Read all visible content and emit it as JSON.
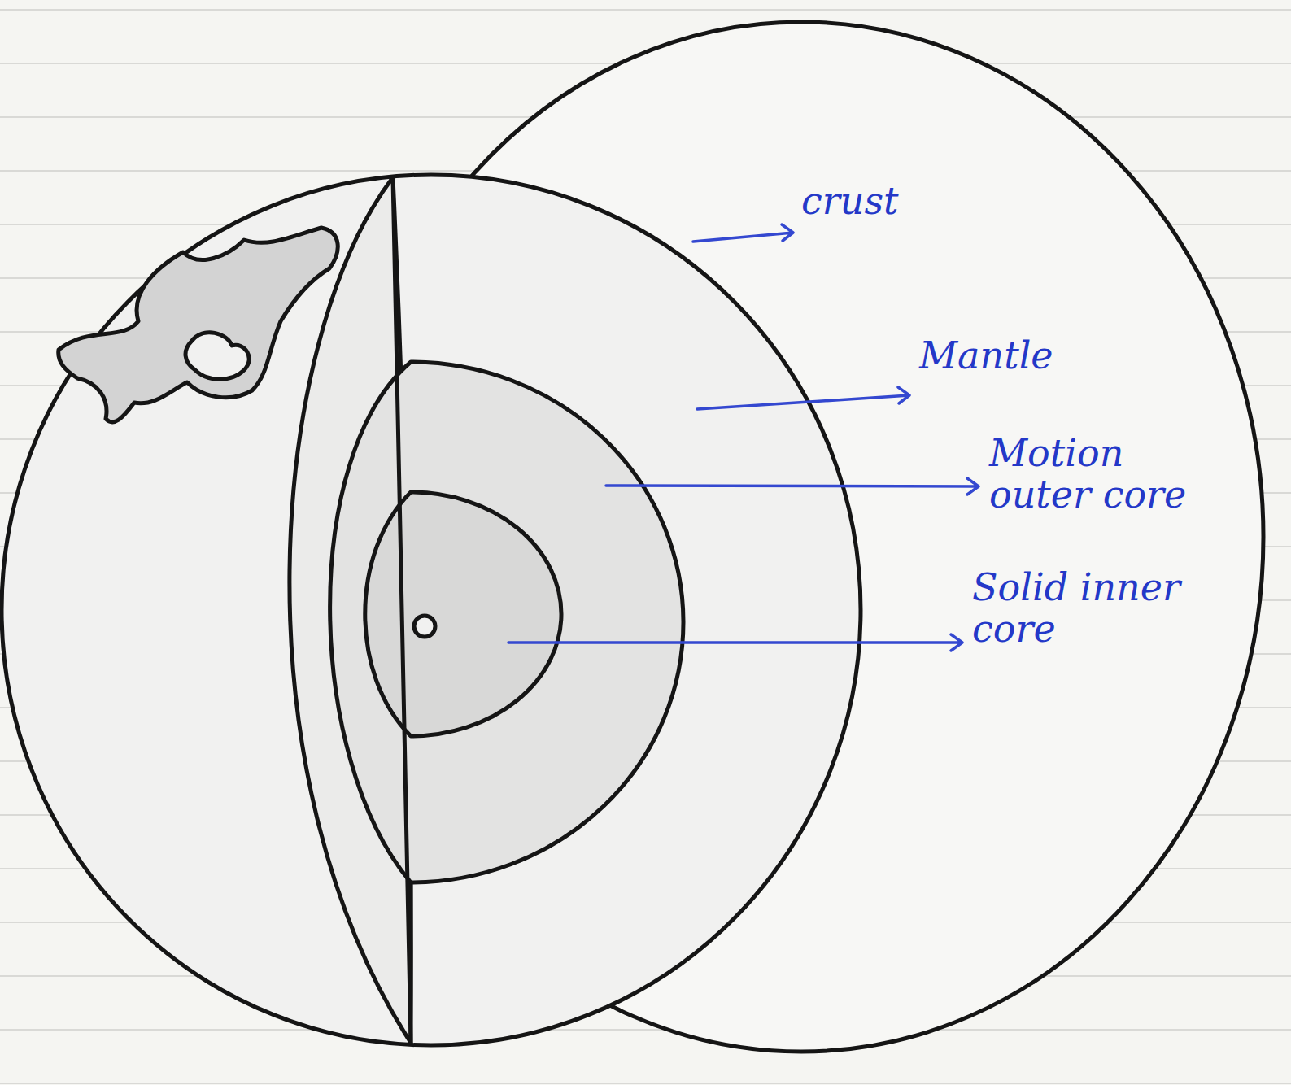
{
  "diagram": {
    "labels": [
      "crust",
      "Mantle",
      "Motion outer core",
      "Solid inner core"
    ]
  }
}
